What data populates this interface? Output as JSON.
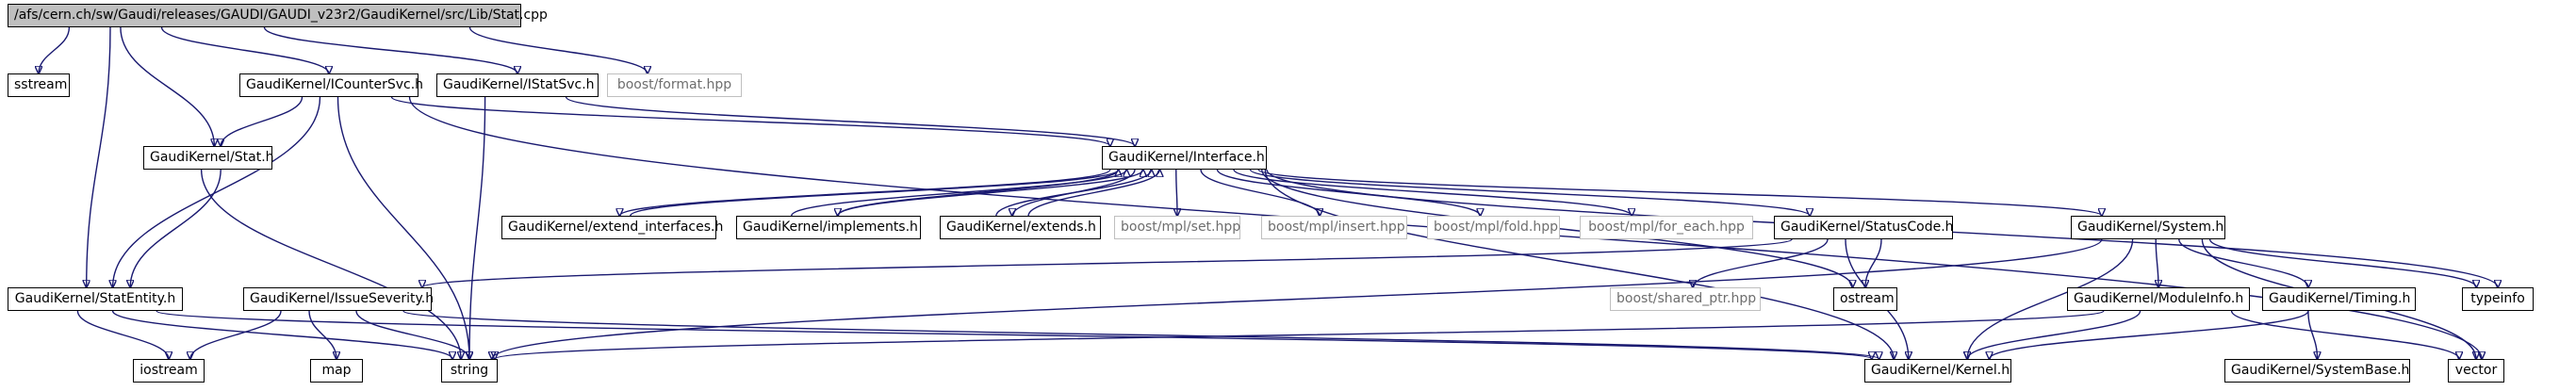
{
  "colors": {
    "edge": "#191970",
    "root_fill": "#bfbfbf",
    "external_border": "#bfbfbf"
  },
  "nodes": {
    "root": "/afs/cern.ch/sw/Gaudi/releases/GAUDI/GAUDI_v23r2/GaudiKernel/src/Lib/Stat.cpp",
    "sstream": "sstream",
    "icountersvc": "GaudiKernel/ICounterSvc.h",
    "istatsvc": "GaudiKernel/IStatSvc.h",
    "boost_format": "boost/format.hpp",
    "stat": "GaudiKernel/Stat.h",
    "interface": "GaudiKernel/Interface.h",
    "extend_interfaces": "GaudiKernel/extend_interfaces.h",
    "implements": "GaudiKernel/implements.h",
    "extends": "GaudiKernel/extends.h",
    "mpl_set": "boost/mpl/set.hpp",
    "mpl_insert": "boost/mpl/insert.hpp",
    "mpl_fold": "boost/mpl/fold.hpp",
    "mpl_for_each": "boost/mpl/for_each.hpp",
    "statuscode": "GaudiKernel/StatusCode.h",
    "system": "GaudiKernel/System.h",
    "statentity": "GaudiKernel/StatEntity.h",
    "issueseverity": "GaudiKernel/IssueSeverity.h",
    "shared_ptr": "boost/shared_ptr.hpp",
    "ostream": "ostream",
    "moduleinfo": "GaudiKernel/ModuleInfo.h",
    "timing": "GaudiKernel/Timing.h",
    "typeinfo": "typeinfo",
    "iostream": "iostream",
    "map": "map",
    "string": "string",
    "kernel": "GaudiKernel/Kernel.h",
    "systembase": "GaudiKernel/SystemBase.h",
    "vector": "vector"
  }
}
